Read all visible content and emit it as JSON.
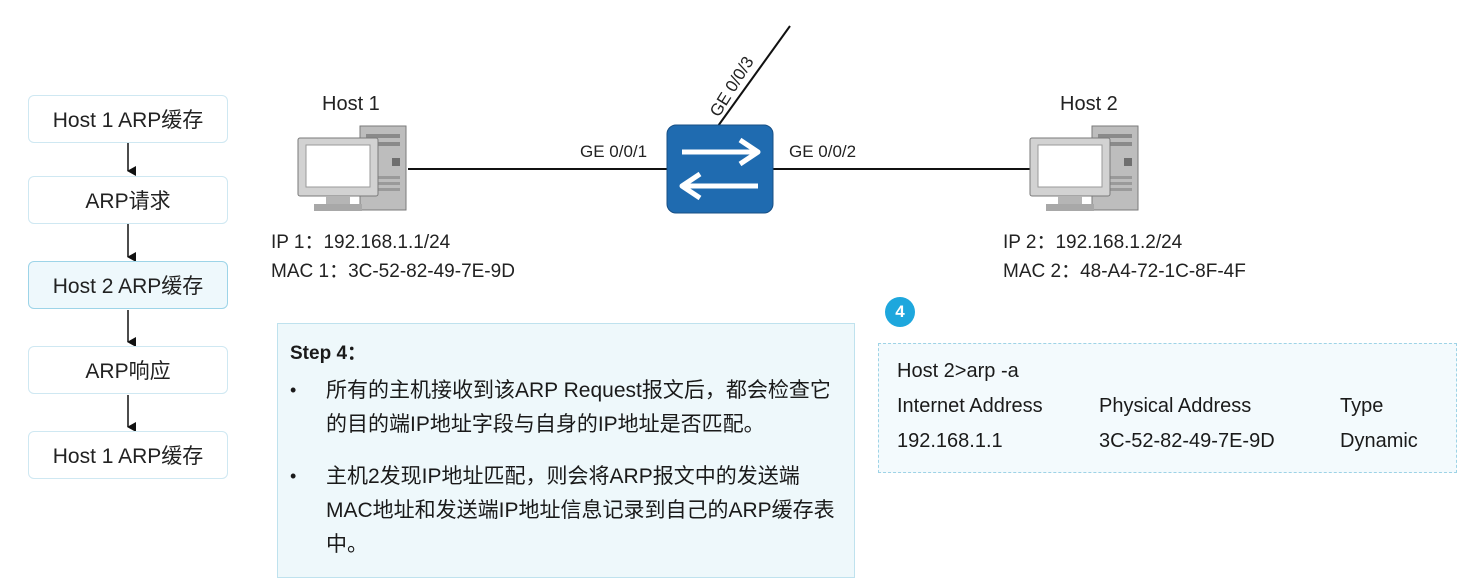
{
  "flow": [
    {
      "label": "Host 1 ARP缓存",
      "active": false
    },
    {
      "label": "ARP请求",
      "active": false
    },
    {
      "label": "Host 2 ARP缓存",
      "active": true
    },
    {
      "label": "ARP响应",
      "active": false
    },
    {
      "label": "Host 1 ARP缓存",
      "active": false
    }
  ],
  "host1": {
    "name": "Host 1",
    "ip": "IP 1：192.168.1.1/24",
    "mac": "MAC 1：3C-52-82-49-7E-9D"
  },
  "host2": {
    "name": "Host 2",
    "ip": "IP 2：192.168.1.2/24",
    "mac": "MAC 2：48-A4-72-1C-8F-4F"
  },
  "switch": {
    "ports": {
      "p1": "GE 0/0/1",
      "p2": "GE 0/0/2",
      "p3": "GE 0/0/3"
    }
  },
  "step": {
    "title": "Step 4：",
    "bullets": [
      "所有的主机接收到该ARP Request报文后，都会检查它的目的端IP地址字段与自身的IP地址是否匹配。",
      "主机2发现IP地址匹配，则会将ARP报文中的发送端MAC地址和发送端IP地址信息记录到自己的ARP缓存表中。"
    ]
  },
  "badge": "4",
  "arp_table": {
    "command": "Host 2>arp -a",
    "headers": [
      "Internet Address",
      "Physical Address",
      "Type"
    ],
    "row": [
      "192.168.1.1",
      "3C-52-82-49-7E-9D",
      "Dynamic"
    ]
  },
  "colors": {
    "switch": "#1f6bb0",
    "accent": "#1ea7dd",
    "box_border": "#bfe2ee"
  }
}
